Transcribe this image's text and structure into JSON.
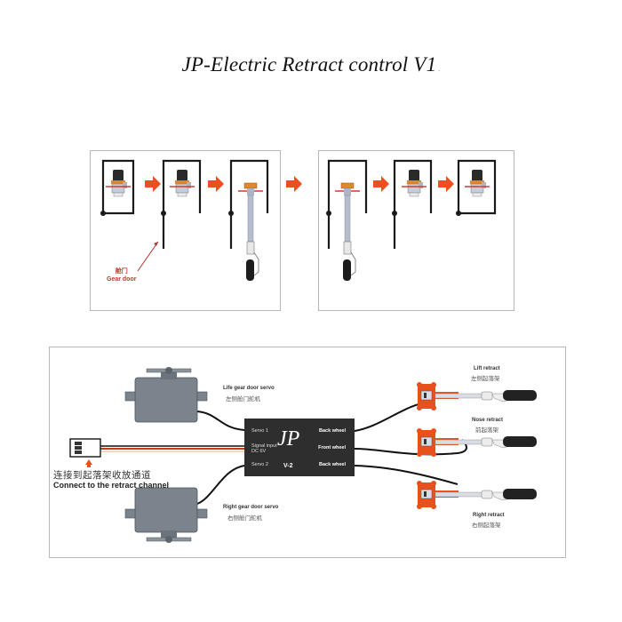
{
  "title": "JP-Electric Retract control V1",
  "title_suffix": ".",
  "sequence": {
    "gear_door_label_cn": "舱门",
    "gear_door_label_en": "Gear door",
    "stages_left": [
      "retracted-door-closed",
      "retracted-door-open",
      "extended-door-open"
    ],
    "stages_right": [
      "extended-door-open",
      "retracted-door-open",
      "retracted-door-closed"
    ],
    "arrow_color": "#ef4e1f"
  },
  "wiring": {
    "left_servo": {
      "label_en": "Life gear door servo",
      "label_cn": "左侧舱门舵机"
    },
    "right_servo": {
      "label_en": "Right gear door servo",
      "label_cn": "右侧舱门舵机"
    },
    "connector": {
      "label_cn": "连接到起落架收放通道",
      "label_en": "Connect to the retract channel"
    },
    "controller": {
      "logo": "JP",
      "version": "V-2",
      "left_ports": [
        "Servo 1",
        "Signal input",
        "DC 6V",
        "Servo 2"
      ],
      "right_ports": [
        "Back wheel",
        "Front wheel",
        "Back wheel"
      ],
      "body_color": "#2e2e2e"
    },
    "retracts": [
      {
        "label_en": "Lift retract",
        "label_cn": "左侧起落架"
      },
      {
        "label_en": "Nose retract",
        "label_cn": "前起落架"
      },
      {
        "label_en": "Right retract",
        "label_cn": "右侧起落架"
      }
    ],
    "retract_color": "#e8501c"
  }
}
